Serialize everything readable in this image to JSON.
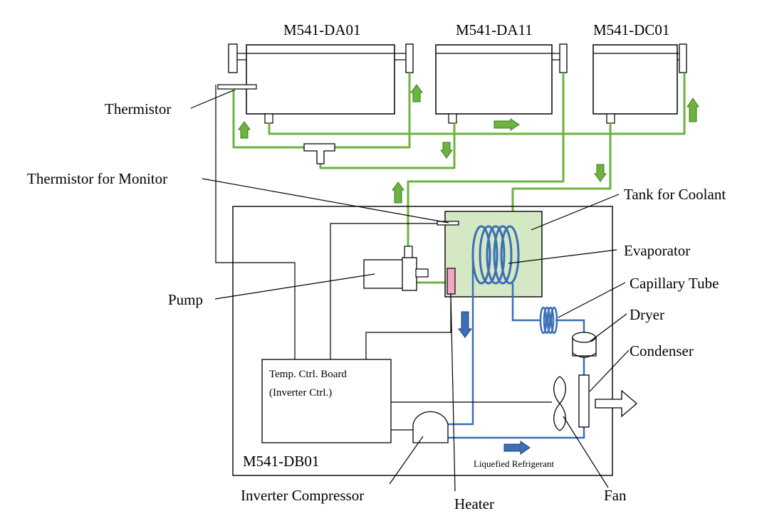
{
  "units": {
    "da01": "M541-DA01",
    "da11": "M541-DA11",
    "dc01": "M541-DC01",
    "db01": "M541-DB01"
  },
  "labels": {
    "thermistor": "Thermistor",
    "thermistor_monitor": "Thermistor for Monitor",
    "tank": "Tank for Coolant",
    "evaporator": "Evaporator",
    "capillary": "Capillary Tube",
    "dryer": "Dryer",
    "condenser": "Condenser",
    "pump": "Pump",
    "board_line1": "Temp. Ctrl. Board",
    "board_line2": "(Inverter Ctrl.)",
    "compressor": "Inverter Compressor",
    "heater": "Heater",
    "fan": "Fan",
    "liquefied": "Liquefied Refrigerant"
  },
  "colors": {
    "coolant_pipe": "#6db33f",
    "refrigerant_pipe": "#3a6fb7",
    "tank_fill": "#d5e8c4",
    "heater_fill": "#f4a6c9",
    "arrow_green": "#6db33f",
    "arrow_blue": "#3a6fb7",
    "line": "#000000"
  }
}
